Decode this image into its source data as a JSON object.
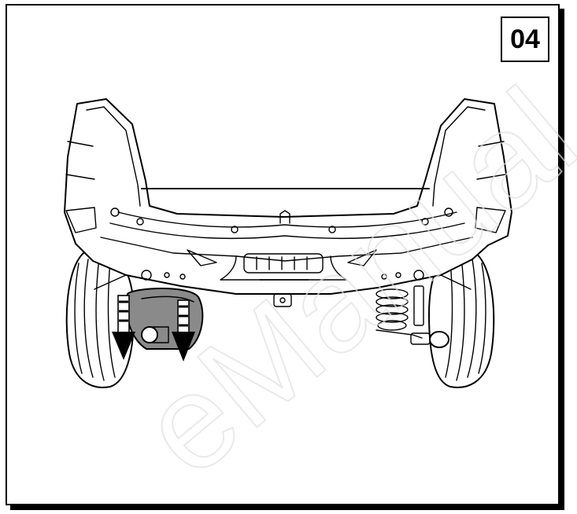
{
  "step": {
    "number": "04"
  },
  "watermark": {
    "text": "eManual",
    "color": "#e6e6e6"
  },
  "colors": {
    "line": "#000000",
    "background": "#ffffff",
    "shade": "#8a8a8a"
  },
  "callouts": [
    {
      "name": "down-arrow",
      "direction": "down"
    },
    {
      "name": "down-arrow",
      "direction": "down"
    }
  ]
}
